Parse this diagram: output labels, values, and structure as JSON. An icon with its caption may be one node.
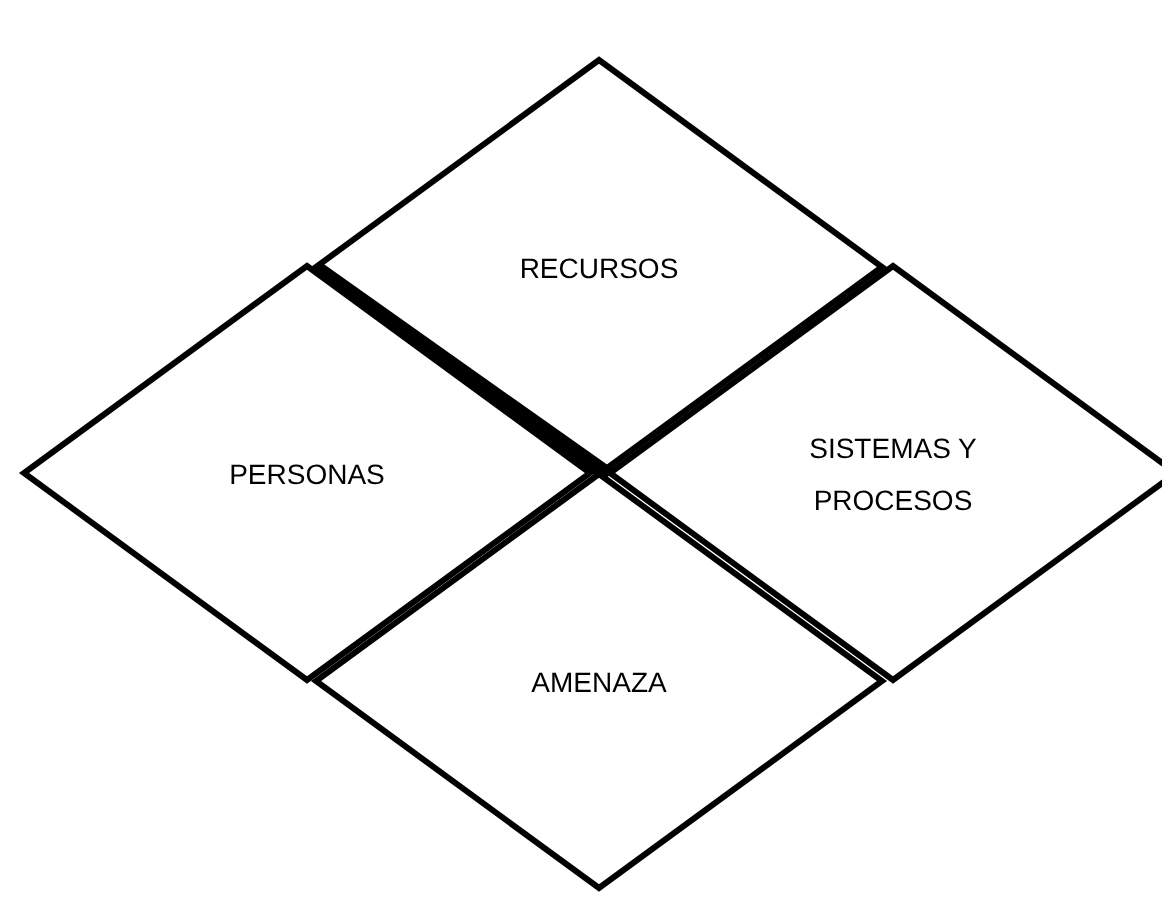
{
  "diagram": {
    "nodes": [
      {
        "text": [
          "RECURSOS"
        ]
      },
      {
        "text": [
          "PERSONAS"
        ]
      },
      {
        "text": [
          "SISTEMAS Y PROCESOS"
        ]
      },
      {
        "text": [
          "AMENAZA"
        ]
      }
    ]
  }
}
